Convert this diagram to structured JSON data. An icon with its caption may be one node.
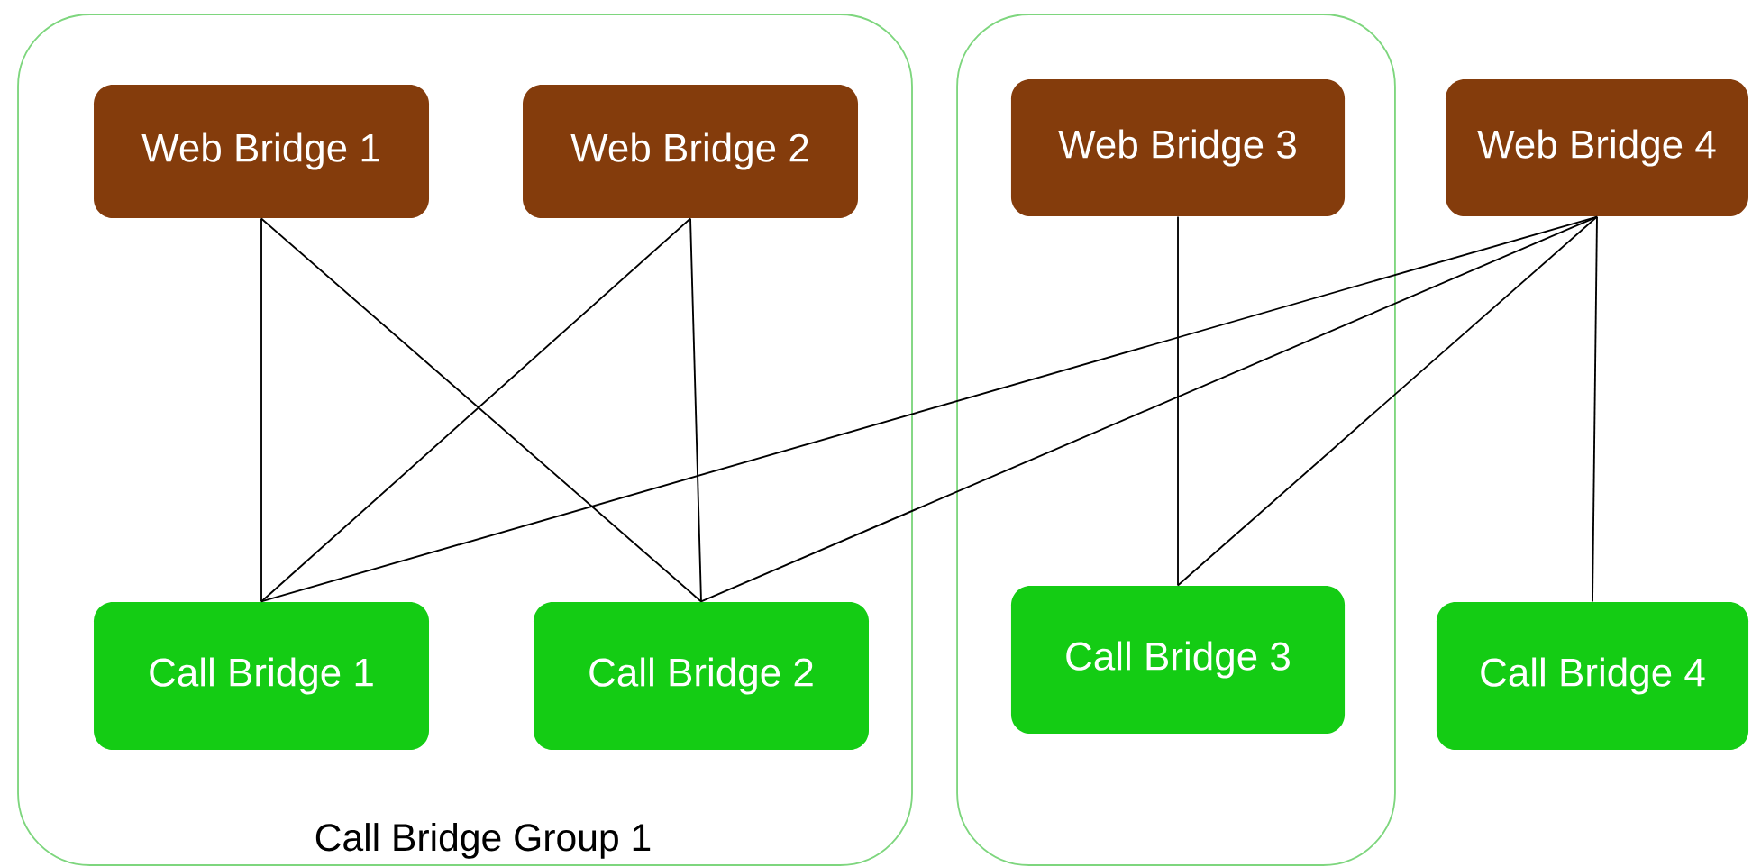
{
  "diagram": {
    "nodes": [
      {
        "text": [
          "Call Bridge Group 1"
        ]
      },
      {
        "text": [
          "Web Bridge 1"
        ],
        "in": 0
      },
      {
        "text": [
          "Web Bridge 2"
        ],
        "in": 0
      },
      {
        "text": [],
        "shape": "box"
      },
      {
        "text": [
          "Web Bridge 3"
        ],
        "in": 3
      },
      {
        "text": [
          "Web Bridge 4"
        ]
      },
      {
        "text": [
          "Call Bridge 1"
        ],
        "in": 0
      },
      {
        "text": [
          "Call Bridge 2"
        ],
        "in": 0
      },
      {
        "text": [
          "Call Bridge 3"
        ],
        "in": 3
      },
      {
        "text": [
          "Call Bridge 4"
        ]
      }
    ],
    "edges": [
      {
        "from": 1,
        "to": 6,
        "arrow": "none"
      },
      {
        "from": 1,
        "to": 7,
        "arrow": "none"
      },
      {
        "from": 2,
        "to": 6,
        "arrow": "none"
      },
      {
        "from": 2,
        "to": 7,
        "arrow": "none"
      },
      {
        "from": 4,
        "to": 8,
        "arrow": "none"
      },
      {
        "from": 5,
        "to": 6,
        "arrow": "none"
      },
      {
        "from": 5,
        "to": 7,
        "arrow": "none"
      },
      {
        "from": 5,
        "to": 8,
        "arrow": "none"
      },
      {
        "from": 5,
        "to": 9,
        "arrow": "none"
      }
    ]
  }
}
